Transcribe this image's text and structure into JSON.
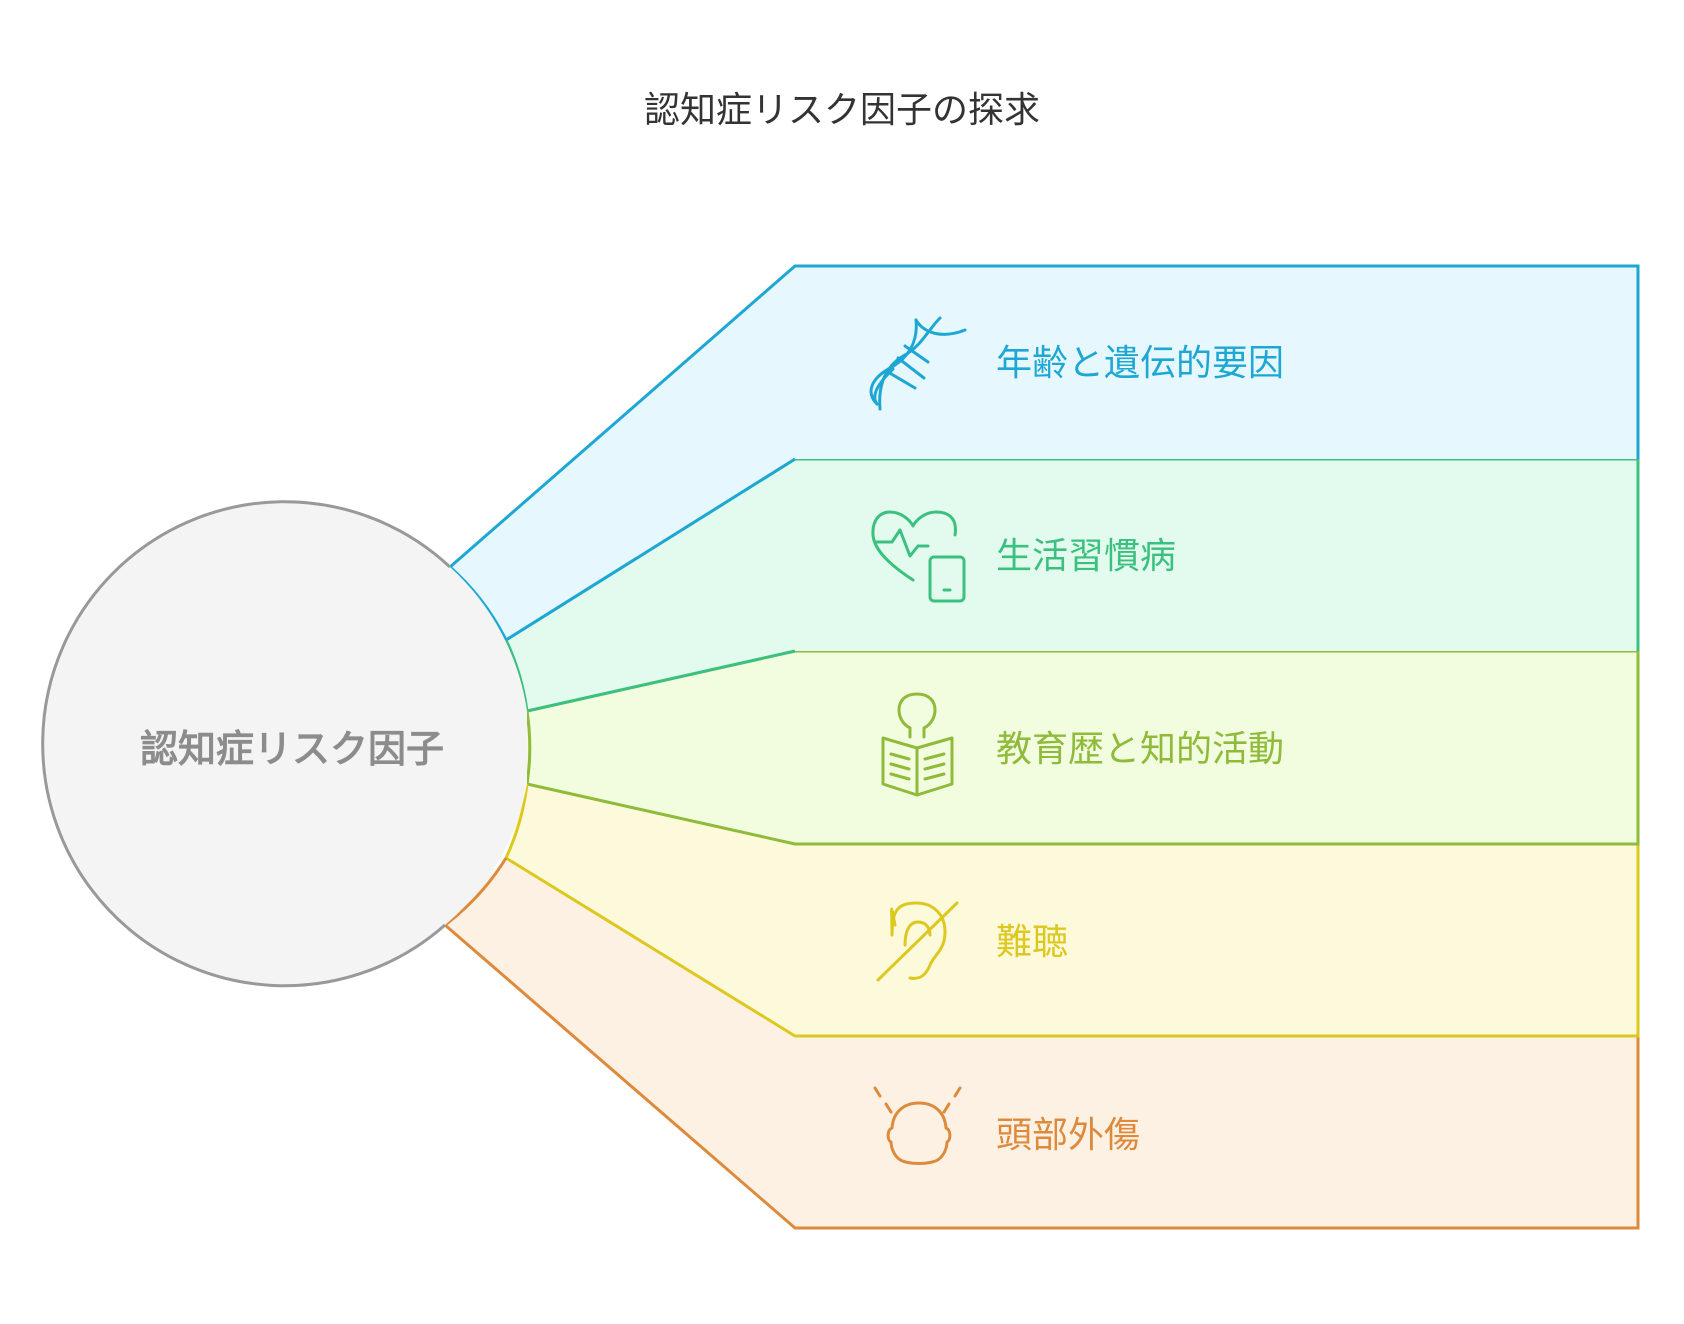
{
  "title": "認知症リスク因子の探求",
  "center": {
    "label": "認知症リスク因子",
    "stroke": "#999999",
    "fill": "#f4f4f4"
  },
  "branches": [
    {
      "label": "年齢と遺伝的要因",
      "icon": "dna-icon",
      "color": "#1ea7d4",
      "fill": "#e6f8fd"
    },
    {
      "label": "生活習慣病",
      "icon": "heart-phone-icon",
      "color": "#3cc07f",
      "fill": "#e2fbee"
    },
    {
      "label": "教育歴と知的活動",
      "icon": "reading-person-icon",
      "color": "#8fba3a",
      "fill": "#f1fdde"
    },
    {
      "label": "難聴",
      "icon": "hearing-loss-icon",
      "color": "#dcc81f",
      "fill": "#fdfadc"
    },
    {
      "label": "頭部外傷",
      "icon": "head-injury-icon",
      "color": "#dd8a3c",
      "fill": "#fdf1e4"
    }
  ]
}
